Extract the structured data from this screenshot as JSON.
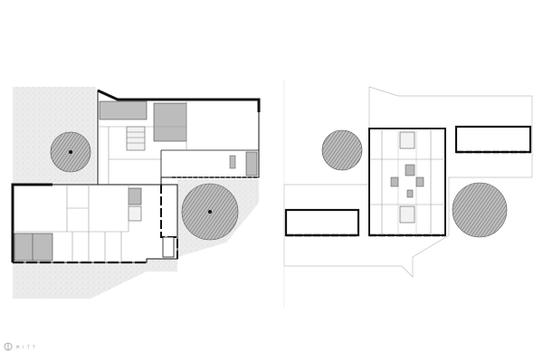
{
  "drawing": {
    "line_color": "#111111",
    "thin_line_color": "#b5b5b5",
    "hatch_color": "#e6e6e6",
    "core_fill": "#b9b9b9",
    "tree_stroke_color": "#555555",
    "icons": [
      "plan-ground-floor",
      "plan-upper-floor",
      "tree-canopy-icon",
      "north-arrow-icon"
    ]
  },
  "logo": {
    "text": "M I T T"
  }
}
